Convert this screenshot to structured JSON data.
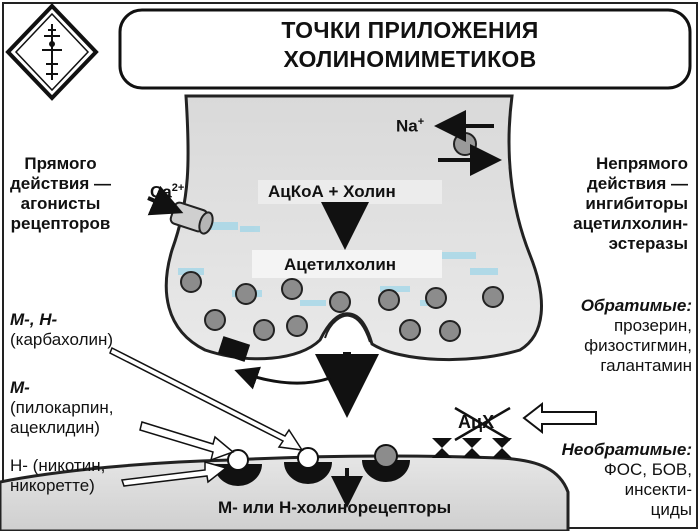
{
  "title": {
    "line1": "ТОЧКИ ПРИЛОЖЕНИЯ",
    "line2": "ХОЛИНОМИМЕТИКОВ"
  },
  "ions": {
    "sodium_base": "Na",
    "sodium_charge": "+",
    "calcium_base": "Ca",
    "calcium_charge": "2+"
  },
  "synthesis": {
    "reaction": "АцКоА + Холин",
    "product": "Ацетилхолин"
  },
  "direct_action": {
    "line1": "Прямого",
    "line2": "действия —",
    "line3": "агонисты",
    "line4": "рецепторов"
  },
  "indirect_action": {
    "line1": "Непрямого",
    "line2": "действия —",
    "line3": "ингибиторы",
    "line4": "ацетилхолин-",
    "line5": "эстеразы"
  },
  "reversible": {
    "heading": "Обратимые:",
    "item1": "прозерин,",
    "item2": "физостигмин,",
    "item3": "галантамин"
  },
  "irreversible": {
    "heading": "Необратимые:",
    "item1": "ФОС, БОВ,",
    "item2": "инсекти-",
    "item3": "циды"
  },
  "enzyme_label": "АцХ",
  "agonists": {
    "mn_heading": "М-, Н-",
    "mn_drug": "(карбахолин)",
    "m_heading": "М-",
    "m_drug1": "(пилокарпин,",
    "m_drug2": "ацеклидин)",
    "n_line1": "Н- (никотин,",
    "n_line2": "никоретте)"
  },
  "receptors_label": "М- или Н-холинорецепторы"
}
